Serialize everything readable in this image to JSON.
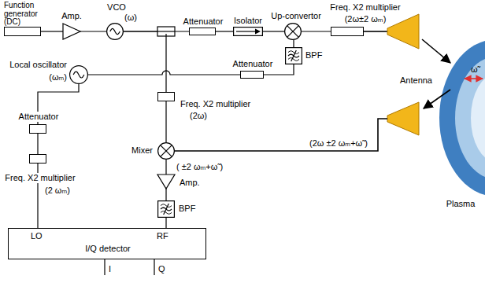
{
  "diagram": {
    "nodes": [
      {
        "text": [
          "Function generator (DC)"
        ]
      },
      {
        "text": [
          "Amp."
        ]
      },
      {
        "text": [
          "VCO",
          "(ω)"
        ]
      },
      {
        "text": [
          "Attenuator"
        ]
      },
      {
        "text": [
          "Isolator"
        ]
      },
      {
        "text": [
          "Up-convertor"
        ]
      },
      {
        "text": [
          "Freq. X2 multiplier",
          "(2ω±2 ωₘ)"
        ]
      },
      {
        "text": [
          "BPF"
        ]
      },
      {
        "text": [
          "Attenuator"
        ]
      },
      {
        "text": [
          "Local oscillator",
          "(ωₘ)"
        ]
      },
      {
        "text": [
          "Freq. X2 multiplier",
          "(2ω)"
        ]
      },
      {
        "text": [
          "Mixer"
        ]
      },
      {
        "text": [
          "Amp."
        ]
      },
      {
        "text": [
          "BPF"
        ]
      },
      {
        "text": [
          "Attenuator"
        ]
      },
      {
        "text": [
          "Freq. X2 multiplier",
          "(2 ωₘ)"
        ]
      },
      {
        "text": [
          "LO",
          "RF",
          "I/Q detector"
        ]
      }
    ],
    "edges": [
      {
        "from": 0,
        "to": 1,
        "arrow": "none"
      },
      {
        "from": 1,
        "to": 2,
        "arrow": "none"
      },
      {
        "from": 2,
        "to": 3,
        "arrow": "none"
      },
      {
        "from": 3,
        "to": 4,
        "arrow": "none"
      },
      {
        "from": 4,
        "to": 5,
        "arrow": "none"
      },
      {
        "from": 5,
        "to": 6,
        "arrow": "none"
      },
      {
        "from": 7,
        "to": 5,
        "arrow": "none"
      },
      {
        "from": 8,
        "to": 7,
        "arrow": "none"
      },
      {
        "from": 9,
        "to": 8,
        "arrow": "none"
      },
      {
        "from": 2,
        "to": 10,
        "arrow": "none"
      },
      {
        "from": 10,
        "to": 11,
        "arrow": "none"
      },
      {
        "from": 11,
        "to": 12,
        "arrow": "none"
      },
      {
        "from": 12,
        "to": 13,
        "arrow": "none"
      },
      {
        "from": 13,
        "to": 16,
        "arrow": "none"
      },
      {
        "from": 9,
        "to": 14,
        "arrow": "none"
      },
      {
        "from": 14,
        "to": 15,
        "arrow": "none"
      },
      {
        "from": 15,
        "to": 16,
        "arrow": "none"
      }
    ],
    "labels": [
      "Antenna",
      "ω̃",
      "Plasma",
      "(2ω ±2 ωₘ+ω̃ )",
      "( ±2 ωₘ+ω̃ )",
      "I",
      "Q"
    ]
  }
}
